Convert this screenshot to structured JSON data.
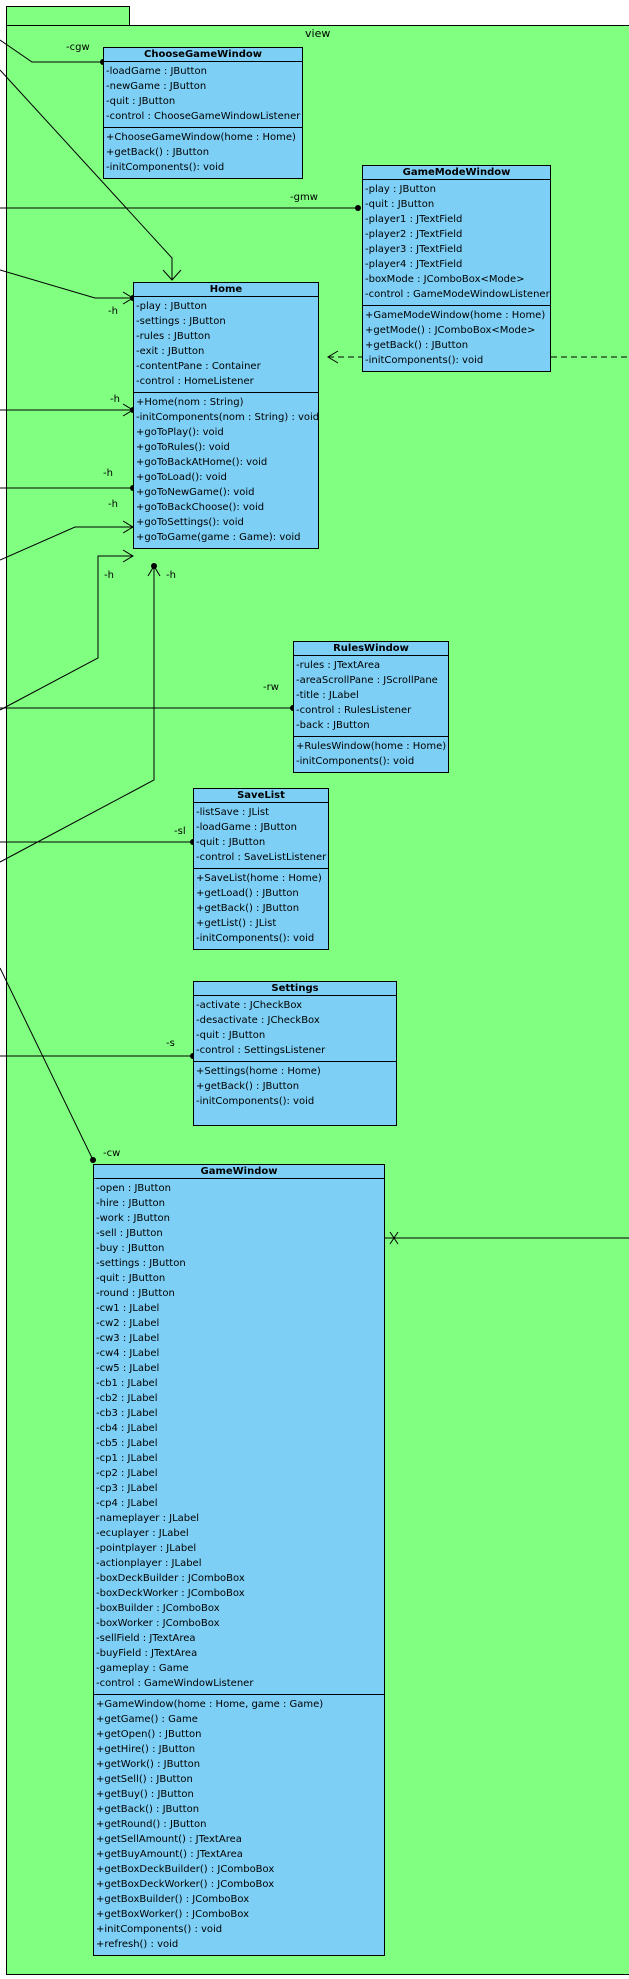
{
  "package": {
    "name": "view"
  },
  "classes": {
    "choose": {
      "name": "ChooseGameWindow",
      "attrs": [
        "-loadGame : JButton",
        "-newGame : JButton",
        "-quit : JButton",
        "-control : ChooseGameWindowListener"
      ],
      "ops": [
        "+ChooseGameWindow(home : Home)",
        "+getBack() : JButton",
        "-initComponents(): void"
      ]
    },
    "mode": {
      "name": "GameModeWindow",
      "attrs": [
        "-play : JButton",
        "-quit : JButton",
        "-player1 : JTextField",
        "-player2 : JTextField",
        "-player3 : JTextField",
        "-player4 : JTextField",
        "-boxMode : JComboBox<Mode>",
        "-control : GameModeWindowListener"
      ],
      "ops": [
        "+GameModeWindow(home : Home)",
        "+getMode() : JComboBox<Mode>",
        "+getBack() : JButton",
        "-initComponents(): void"
      ]
    },
    "home": {
      "name": "Home",
      "attrs": [
        "-play : JButton",
        "-settings : JButton",
        "-rules : JButton",
        "-exit : JButton",
        "-contentPane : Container",
        "-control : HomeListener"
      ],
      "ops": [
        "+Home(nom : String)",
        "-initComponents(nom : String) : void",
        "+goToPlay(): void",
        "+goToRules(): void",
        "+goToBackAtHome(): void",
        "+goToLoad(): void",
        "+goToNewGame(): void",
        "+goToBackChoose(): void",
        "+goToSettings(): void",
        "+goToGame(game : Game): void"
      ]
    },
    "rules": {
      "name": "RulesWindow",
      "attrs": [
        "-rules : JTextArea",
        "-areaScrollPane : JScrollPane",
        "-title : JLabel",
        "-control : RulesListener",
        "-back : JButton"
      ],
      "ops": [
        "+RulesWindow(home : Home)",
        "-initComponents(): void"
      ]
    },
    "save": {
      "name": "SaveList",
      "attrs": [
        "-listSave : JList",
        "-loadGame : JButton",
        "-quit : JButton",
        "-control : SaveListListener"
      ],
      "ops": [
        "+SaveList(home : Home)",
        "+getLoad() : JButton",
        "+getBack() : JButton",
        "+getList() : JList",
        "-initComponents(): void"
      ]
    },
    "settings": {
      "name": "Settings",
      "attrs": [
        "-activate : JCheckBox",
        "-desactivate : JCheckBox",
        "-quit : JButton",
        "-control : SettingsListener"
      ],
      "ops": [
        "+Settings(home : Home)",
        "+getBack() : JButton",
        "-initComponents(): void"
      ]
    },
    "game": {
      "name": "GameWindow",
      "attrs": [
        "-open : JButton",
        "-hire : JButton",
        "-work : JButton",
        "-sell : JButton",
        "-buy : JButton",
        "-settings : JButton",
        "-quit : JButton",
        "-round : JButton",
        "-cw1 : JLabel",
        "-cw2 : JLabel",
        "-cw3 : JLabel",
        "-cw4 : JLabel",
        "-cw5 : JLabel",
        "-cb1 : JLabel",
        "-cb2 : JLabel",
        "-cb3 : JLabel",
        "-cb4 : JLabel",
        "-cb5 : JLabel",
        "-cp1 : JLabel",
        "-cp2 : JLabel",
        "-cp3 : JLabel",
        "-cp4 : JLabel",
        "-nameplayer : JLabel",
        "-ecuplayer : JLabel",
        "-pointplayer : JLabel",
        "-actionplayer : JLabel",
        "-boxDeckBuilder : JComboBox",
        "-boxDeckWorker : JComboBox",
        "-boxBuilder : JComboBox",
        "-boxWorker : JComboBox",
        "-sellField : JTextArea",
        "-buyField : JTextArea",
        "-gameplay : Game",
        "-control : GameWindowListener"
      ],
      "ops": [
        "+GameWindow(home : Home, game : Game)",
        "+getGame() : Game",
        "+getOpen() : JButton",
        "+getHire() : JButton",
        "+getWork() : JButton",
        "+getSell() : JButton",
        "+getBuy() : JButton",
        "+getBack() : JButton",
        "+getRound() : JButton",
        "+getSellAmount() : JTextArea",
        "+getBuyAmount() : JTextArea",
        "+getBoxDeckBuilder() : JComboBox",
        "+getBoxDeckWorker() : JComboBox",
        "+getBoxBuilder() : JComboBox",
        "+getBoxWorker() : JComboBox",
        "+initComponents() : void",
        "+refresh() : void"
      ]
    }
  },
  "roles": {
    "cgw": "-cgw",
    "gmw": "-gmw",
    "h1": "-h",
    "h2": "-h",
    "h3": "-h",
    "h4": "-h",
    "h5": "-h",
    "h6": "-h",
    "rw": "-rw",
    "sl": "-sl",
    "s": "-s",
    "cw": "-cw"
  }
}
